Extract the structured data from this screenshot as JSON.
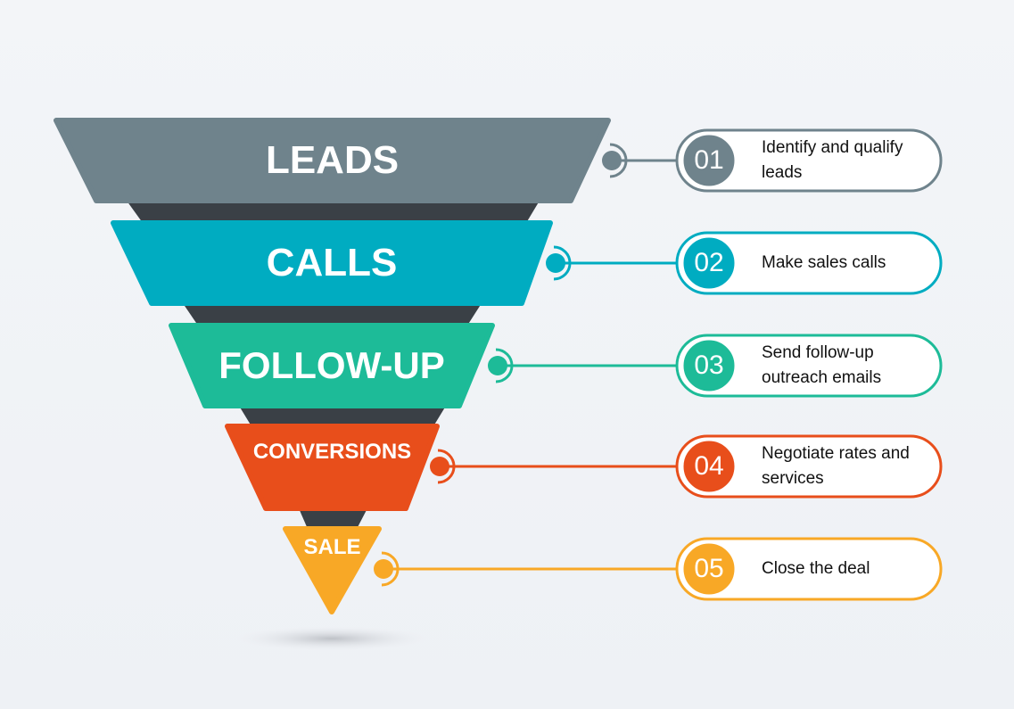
{
  "stages": [
    {
      "label": "LEADS",
      "color": "#6f838c",
      "number": "01",
      "description": "Identify and qualify leads"
    },
    {
      "label": "CALLS",
      "color": "#00acc1",
      "number": "02",
      "description": "Make sales calls"
    },
    {
      "label": "FOLLOW-UP",
      "color": "#1dbb98",
      "number": "03",
      "description": "Send follow-up outreach emails"
    },
    {
      "label": "CONVERSIONS",
      "color": "#e84e1b",
      "number": "04",
      "description": "Negotiate rates and services"
    },
    {
      "label": "SALE",
      "color": "#f8a826",
      "number": "05",
      "description": "Close the deal"
    }
  ],
  "connector_color": "#3a4046"
}
